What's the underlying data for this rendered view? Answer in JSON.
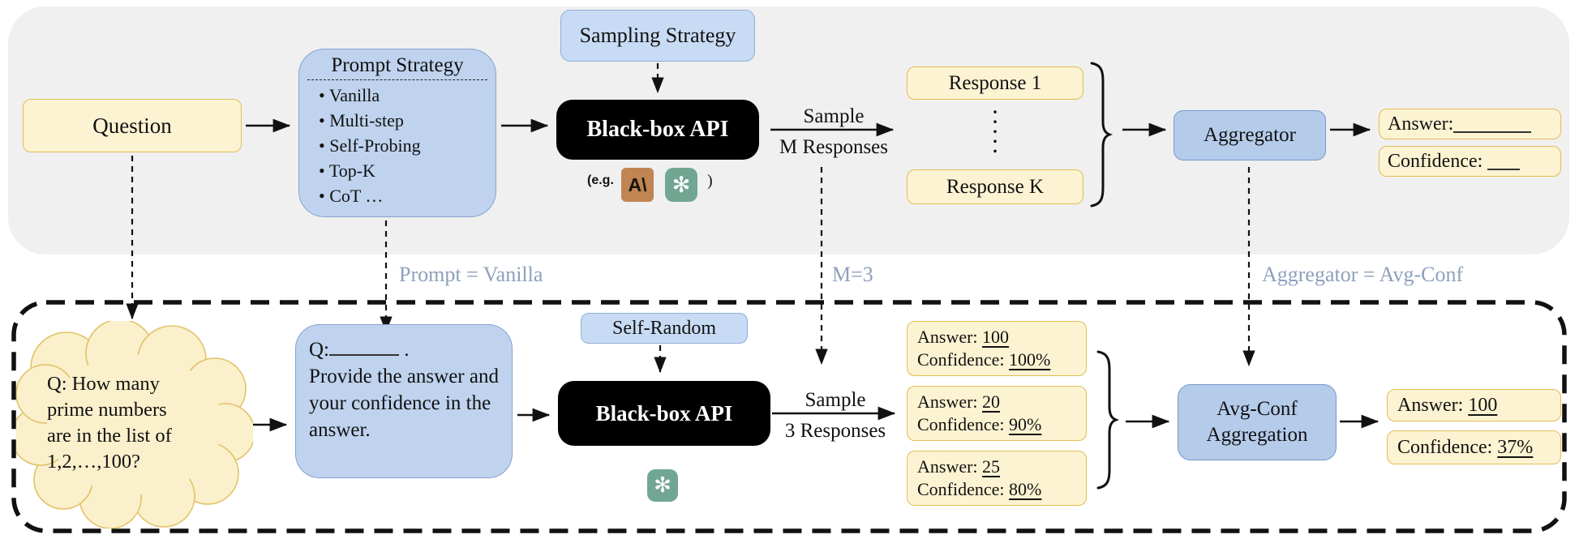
{
  "top": {
    "question": "Question",
    "prompt_strategy": {
      "title": "Prompt Strategy",
      "items": [
        "Vanilla",
        "Multi-step",
        "Self-Probing",
        "Top-K",
        "CoT …"
      ]
    },
    "sampling_strategy": "Sampling Strategy",
    "blackbox_api": "Black-box API",
    "providers": {
      "prefix": "(e.g.",
      "suffix": ")",
      "anthropic_glyph": "A\\",
      "openai_glyph": "✻"
    },
    "sample_arrow": {
      "line1": "Sample",
      "line2": "M Responses"
    },
    "response_first": "Response 1",
    "response_last": "Response K",
    "aggregator": "Aggregator",
    "answer_label": "Answer:",
    "confidence_label": "Confidence:"
  },
  "connectors": {
    "prompt": "Prompt = Vanilla",
    "m": "M=3",
    "aggregator": "Aggregator = Avg-Conf"
  },
  "bottom": {
    "cloud_lines": [
      "Q: How many",
      "prime numbers",
      "are in the list of",
      "1,2,…,100?"
    ],
    "prompt_box": {
      "q_prefix": "Q:",
      "q_suffix": ".",
      "body": "Provide the answer and your confidence in the answer."
    },
    "self_random": "Self-Random",
    "blackbox_api": "Black-box API",
    "openai_glyph": "✻",
    "sample_arrow": {
      "line1": "Sample",
      "line2": "3 Responses"
    },
    "responses": [
      {
        "answer_label": "Answer:",
        "answer": "100",
        "confidence_label": "Confidence:",
        "confidence": "100%"
      },
      {
        "answer_label": "Answer:",
        "answer": "20",
        "confidence_label": "Confidence:",
        "confidence": "90%"
      },
      {
        "answer_label": "Answer:",
        "answer": "25",
        "confidence_label": "Confidence:",
        "confidence": "80%"
      }
    ],
    "aggregation": {
      "line1": "Avg-Conf",
      "line2": "Aggregation"
    },
    "final": {
      "answer_label": "Answer:",
      "answer": "100",
      "confidence_label": "Confidence:",
      "confidence": "37%"
    }
  },
  "colors": {
    "panel_gray": "#f0f0f0",
    "yellow_fill": "#fcf3d2",
    "yellow_border": "#e3bd55",
    "blue_fill": "#bfd3ee",
    "blue_border": "#85a3cf",
    "label_text": "#8ea0bc",
    "black_box": "#000000",
    "anthropic_brown": "#c08552",
    "openai_green": "#71a693"
  }
}
